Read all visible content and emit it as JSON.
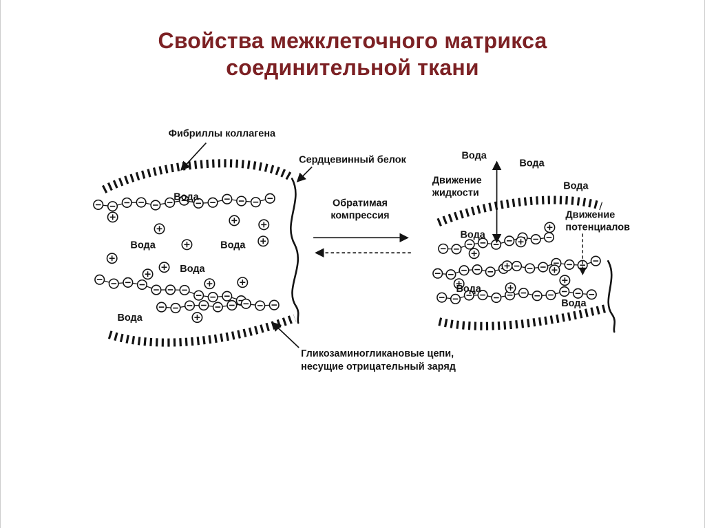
{
  "slide": {
    "title_line1": "Свойства межклеточного матрикса",
    "title_line2": "соединительной ткани",
    "title_color": "#7c2124",
    "background": "#ffffff"
  },
  "diagram": {
    "labels": {
      "collagen_fibrils": "Фибриллы коллагена",
      "core_protein": "Сердцевинный белок",
      "compression": [
        "Обратимая",
        "компрессия"
      ],
      "water": "Вода",
      "fluid_movement": [
        "Движение",
        "жидкости"
      ],
      "potential_movement": [
        "Движение",
        "потенциалов"
      ],
      "gag_chains": [
        "Гликозаминогликановые цепи,",
        "несущие отрицательный заряд"
      ]
    },
    "symbols": {
      "positive_ion": "⊕",
      "negative_ion": "⊖"
    },
    "ink_color": "#141414"
  }
}
